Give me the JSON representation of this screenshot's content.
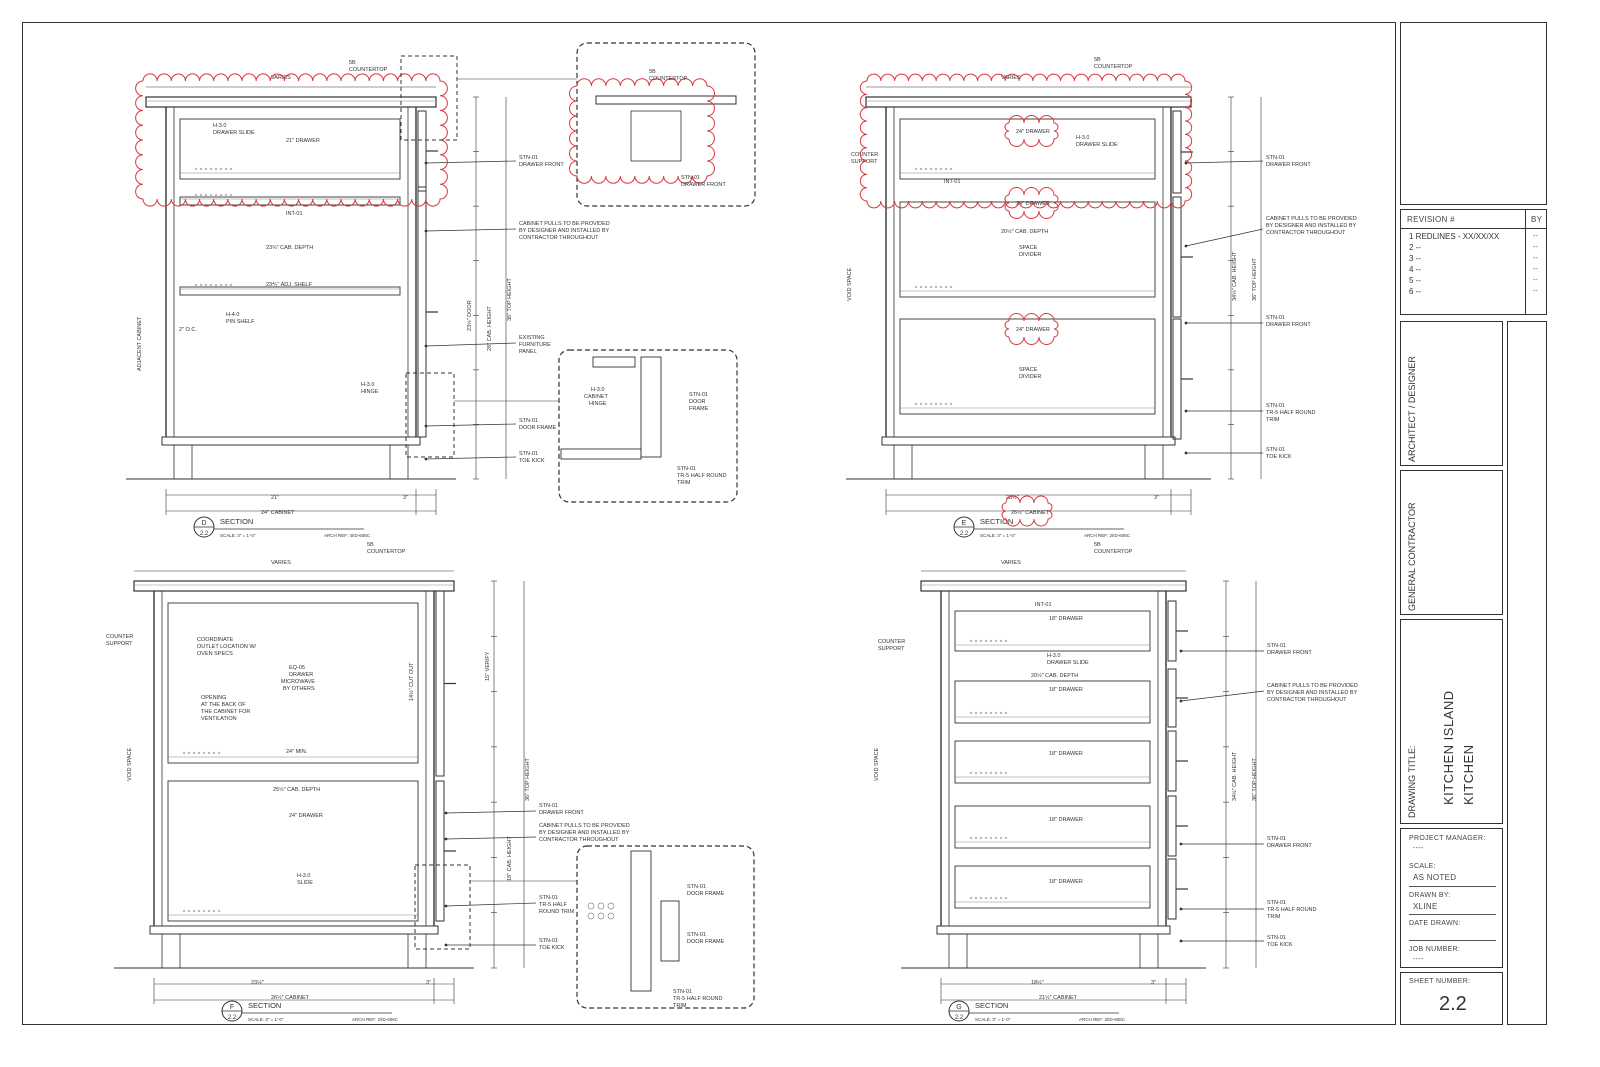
{
  "sections": [
    {
      "id": "D",
      "sheet": "2.2",
      "title": "SECTION",
      "scale": "SCALE: 3\" = 1'-0\"",
      "arch_ref": "ARCH REF: 4/ID-606C",
      "labels": [
        "VARIES",
        "5B",
        "COUNTERTOP",
        "H-3.0",
        "DRAWER SLIDE",
        "21\" DRAWER",
        "INT-01",
        "23⅓\" CAB. DEPTH",
        "23⅘\" ADJ. SHELF",
        "H-4.0",
        "PIN SHELF",
        "2\" O.C.",
        "ADJACENT CABINET",
        "H-3.0",
        "HINGE",
        "STN-01",
        "DRAWER FRONT",
        "CABINET PULLS TO BE PROVIDED",
        "BY DESIGNER AND INSTALLED BY",
        "CONTRACTOR THROUGHOUT",
        "EXISTING",
        "FURNITURE",
        "PANEL",
        "STN-01",
        "DOOR FRAME",
        "STN-01",
        "TOE KICK",
        "21\"",
        "3\"",
        "24\" CABINET",
        "36\" TOP HEIGHT",
        "28\" CAB. HEIGHT",
        "23½\" DOOR"
      ],
      "detail_labels": [
        "5B",
        "COUNTERTOP",
        "STN-01",
        "DRAWER FRONT",
        "H-3.0",
        "CABINET",
        "HINGE",
        "STN-01",
        "DOOR",
        "FRAME",
        "STN-01",
        "TR-5 HALF ROUND",
        "TRIM"
      ]
    },
    {
      "id": "E",
      "sheet": "2.2",
      "title": "SECTION",
      "scale": "SCALE: 3\" = 1'-0\"",
      "arch_ref": "ARCH REF: 2/ID-606C",
      "labels": [
        "VARIES",
        "5B",
        "COUNTERTOP",
        "COUNTER",
        "SUPPORT",
        "24\" DRAWER",
        "H-3.0",
        "DRAWER SLIDE",
        "INT-01",
        "24\" DRAWER",
        "20½\" CAB. DEPTH",
        "SPACE",
        "DIVIDER",
        "24\" DRAWER",
        "SPACE",
        "DIVIDER",
        "VOID SPACE",
        "STN-01",
        "DRAWER FRONT",
        "CABINET PULLS TO BE PROVIDED",
        "BY DESIGNER AND INSTALLED BY",
        "CONTRACTOR THROUGHOUT",
        "STN-01",
        "DRAWER FRONT",
        "STN-01",
        "TR-5 HALF ROUND",
        "TRIM",
        "STN-01",
        "TOE KICK",
        "23½\"",
        "3\"",
        "26½\" CABINET",
        "36\" TOP HEIGHT",
        "34½\" CAB. HEIGHT"
      ]
    },
    {
      "id": "F",
      "sheet": "2.2",
      "title": "SECTION",
      "scale": "SCALE: 3\" = 1'-0\"",
      "arch_ref": "ARCH REF: 2/ID-606C",
      "labels": [
        "VARIES",
        "5B",
        "COUNTERTOP",
        "COUNTER",
        "SUPPORT",
        "COORDINATE",
        "OUTLET LOCATION W/",
        "OVEN SPECS",
        "EQ-05",
        "DRAWER",
        "MICROWAVE",
        "BY OTHERS",
        "OPENING",
        "AT THE BACK OF",
        "THE CABINET FOR",
        "VENTILATION",
        "24\" MIN.",
        "VOID SPACE",
        "25½\" CAB. DEPTH",
        "24\" DRAWER",
        "H-3.0",
        "SLIDE",
        "STN-01",
        "DRAWER FRONT",
        "CABINET PULLS TO BE PROVIDED",
        "BY DESIGNER AND INSTALLED BY",
        "CONTRACTOR THROUGHOUT",
        "STN-01",
        "TR-5 HALF",
        "ROUND TRIM",
        "STN-01",
        "TOE KICK",
        "23½\"",
        "3\"",
        "26½\" CABINET",
        "36\" TOP HEIGHT",
        "15\" VERIFY",
        "14½\" CUT OUT",
        "18\" CAB. HEIGHT"
      ],
      "detail_labels": [
        "STN-01",
        "DOOR FRAME",
        "STN-01",
        "DOOR FRAME",
        "STN-01",
        "TR-5 HALF ROUND",
        "TRIM"
      ]
    },
    {
      "id": "G",
      "sheet": "2.2",
      "title": "SECTION",
      "scale": "SCALE: 3\" = 1'-0\"",
      "arch_ref": "ARCH REF: 3/ID-606C",
      "labels": [
        "VARIES",
        "5B",
        "COUNTERTOP",
        "COUNTER",
        "SUPPORT",
        "INT-01",
        "18\" DRAWER",
        "H-3.0",
        "DRAWER SLIDE",
        "20½\" CAB. DEPTH",
        "18\" DRAWER",
        "18\" DRAWER",
        "18\" DRAWER",
        "18\" DRAWER",
        "VOID SPACE",
        "STN-01",
        "DRAWER FRONT",
        "CABINET PULLS TO BE PROVIDED",
        "BY DESIGNER AND INSTALLED BY",
        "CONTRACTOR THROUGHOUT",
        "STN-01",
        "DRAWER FRONT",
        "STN-01",
        "TR-5 HALF ROUND",
        "TRIM",
        "STN-01",
        "TOE KICK",
        "18½\"",
        "3\"",
        "21½\" CABINET",
        "36\" TOP HEIGHT",
        "34½\" CAB. HEIGHT"
      ]
    }
  ],
  "title_block": {
    "revision_header": "REVISION #",
    "by_header": "BY",
    "revisions": [
      {
        "num": "1",
        "text": "REDLINES - XX/XX/XX",
        "by": "--"
      },
      {
        "num": "2",
        "text": "--",
        "by": "--"
      },
      {
        "num": "3",
        "text": "--",
        "by": "--"
      },
      {
        "num": "4",
        "text": "--",
        "by": "--"
      },
      {
        "num": "5",
        "text": "--",
        "by": "--"
      },
      {
        "num": "6",
        "text": "--",
        "by": "--"
      }
    ],
    "architect_label": "ARCHITECT / DESIGNER",
    "contractor_label": "GENERAL CONTRACTOR",
    "drawing_title_label": "DRAWING TITLE:",
    "drawing_title_1": "KITCHEN ISLAND",
    "drawing_title_2": "KITCHEN",
    "project_manager_label": "PROJECT MANAGER:",
    "project_manager": "----",
    "scale_label": "SCALE:",
    "scale": "AS NOTED",
    "drawn_by_label": "DRAWN BY:",
    "drawn_by": "XLINE",
    "date_drawn_label": "DATE DRAWN:",
    "date_drawn": "",
    "job_number_label": "JOB NUMBER:",
    "job_number": "----",
    "sheet_number_label": "SHEET NUMBER:",
    "sheet_number": "2.2"
  },
  "colors": {
    "line": "#333333",
    "light_line": "#888888",
    "redline": "#d9363e"
  }
}
